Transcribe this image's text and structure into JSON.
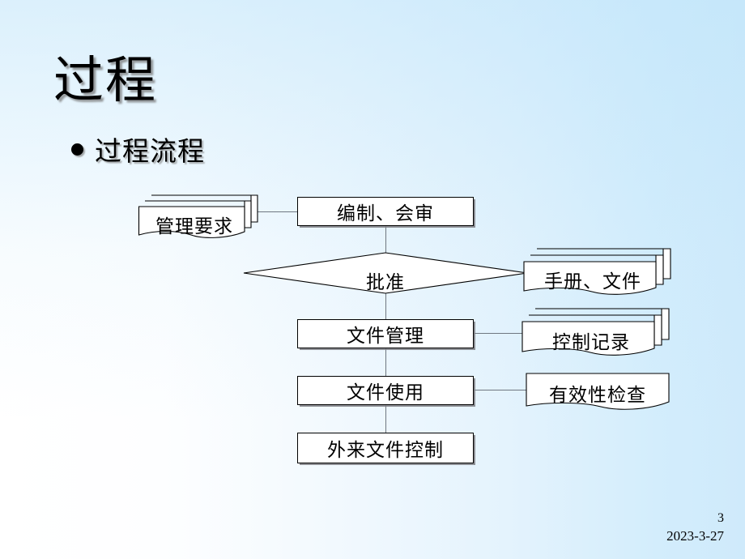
{
  "slide": {
    "title": "过程",
    "bullet": "过程流程",
    "bullet_marker": "bullet-dot-icon",
    "page_number": "3",
    "date": "2023-3-27",
    "background": {
      "from": "#ffffff",
      "to": "#cfeafb"
    }
  },
  "flowchart": {
    "title": "过程流程",
    "nodes": [
      {
        "id": "guanli-yaoqiu",
        "label": "管理要求",
        "shape": "multidocument",
        "column": "left"
      },
      {
        "id": "bianzhi-huishen",
        "label": "编制、会审",
        "shape": "process",
        "column": "center"
      },
      {
        "id": "pizhun",
        "label": "批准",
        "shape": "decision",
        "column": "center"
      },
      {
        "id": "shouce-wenjian",
        "label": "手册、文件",
        "shape": "multidocument",
        "column": "right"
      },
      {
        "id": "wenjian-guanli",
        "label": "文件管理",
        "shape": "process",
        "column": "center"
      },
      {
        "id": "kongzhi-jilu",
        "label": "控制记录",
        "shape": "multidocument",
        "column": "right"
      },
      {
        "id": "wenjian-shiyong",
        "label": "文件使用",
        "shape": "process",
        "column": "center"
      },
      {
        "id": "youxiaoxing",
        "label": "有效性检查",
        "shape": "document",
        "column": "right"
      },
      {
        "id": "wailai-kongzhi",
        "label": "外来文件控制",
        "shape": "process",
        "column": "center"
      }
    ],
    "edges": [
      {
        "from": "guanli-yaoqiu",
        "to": "bianzhi-huishen",
        "direction": "horizontal"
      },
      {
        "from": "bianzhi-huishen",
        "to": "pizhun",
        "direction": "vertical"
      },
      {
        "from": "pizhun",
        "to": "shouce-wenjian",
        "direction": "horizontal"
      },
      {
        "from": "pizhun",
        "to": "wenjian-guanli",
        "direction": "vertical"
      },
      {
        "from": "wenjian-guanli",
        "to": "kongzhi-jilu",
        "direction": "horizontal"
      },
      {
        "from": "wenjian-guanli",
        "to": "wenjian-shiyong",
        "direction": "vertical"
      },
      {
        "from": "wenjian-shiyong",
        "to": "youxiaoxing",
        "direction": "horizontal"
      },
      {
        "from": "wenjian-shiyong",
        "to": "wailai-kongzhi",
        "direction": "vertical"
      }
    ],
    "colors": {
      "shape_fill": "#ffffff",
      "shape_stroke": "#000000",
      "connector": "#6f7780",
      "shadow": "#7d7d82"
    }
  }
}
